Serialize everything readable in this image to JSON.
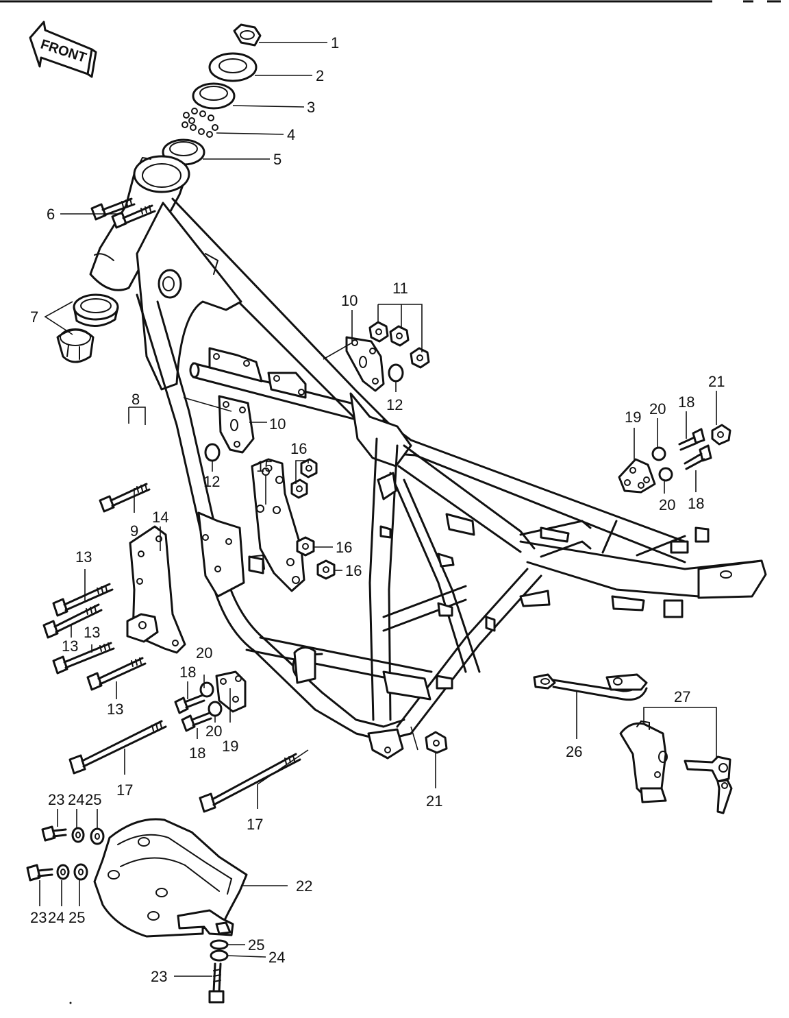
{
  "direction_arrow": {
    "text": "FRONT",
    "icon": "front-direction-arrow-icon"
  },
  "callouts": [
    "1",
    "2",
    "3",
    "4",
    "5",
    "6",
    "7",
    "8",
    "9",
    "10",
    "10",
    "11",
    "12",
    "12",
    "13",
    "13",
    "13",
    "13",
    "14",
    "15",
    "16",
    "16",
    "16",
    "17",
    "17",
    "18",
    "18",
    "18",
    "18",
    "19",
    "19",
    "20",
    "20",
    "20",
    "20",
    "21",
    "21",
    "22",
    "23",
    "23",
    "23",
    "24",
    "24",
    "24",
    "25",
    "25",
    "25",
    "26",
    "27"
  ]
}
